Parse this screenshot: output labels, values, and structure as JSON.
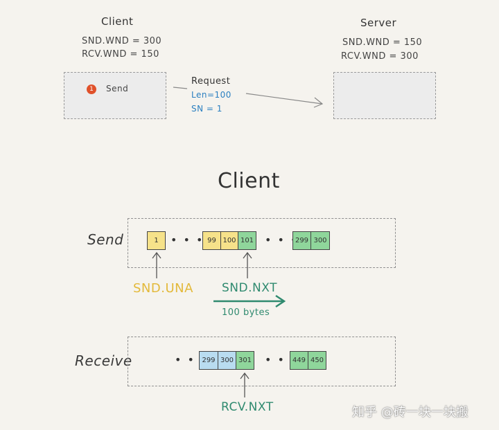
{
  "top": {
    "client": {
      "title": "Client",
      "snd_wnd": "SND.WND = 300",
      "rcv_wnd": "RCV.WND = 150",
      "step_badge": "1",
      "step_label": "Send"
    },
    "server": {
      "title": "Server",
      "snd_wnd": "SND.WND = 150",
      "rcv_wnd": "RCV.WND = 300"
    },
    "request": {
      "title": "Request",
      "len": "Len=100",
      "sn": "SN = 1"
    }
  },
  "section_title": "Client",
  "send_lane": {
    "label": "Send",
    "cells": [
      "1",
      "99",
      "100",
      "101",
      "299",
      "300"
    ],
    "dots": "• • •",
    "pointer_una": "SND.UNA",
    "pointer_nxt": "SND.NXT",
    "advance_note": "100 bytes"
  },
  "receive_lane": {
    "label": "Receive",
    "cells": [
      "299",
      "300",
      "301",
      "449",
      "450"
    ],
    "dots": "• • •",
    "pointer_nxt": "RCV.NXT"
  },
  "watermark": "知乎 @砖一块一块搬",
  "colors": {
    "yellow": "#f6e28a",
    "green": "#8fd69b",
    "blue": "#b9dcf0",
    "badge": "#e0512a",
    "pointer_yellow": "#e3b93a",
    "pointer_green": "#2f8a6f",
    "request_blue": "#2a7fc0"
  }
}
